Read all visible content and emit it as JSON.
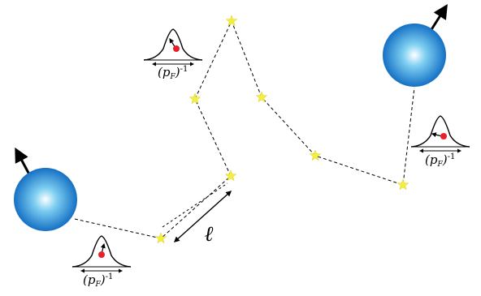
{
  "wavepacket_label": {
    "open": "(",
    "p": "p",
    "sub": "F",
    "close": ")",
    "exp": "-1"
  },
  "step_label": "ℓ",
  "colors": {
    "spin_ball_center": "#ffffff",
    "spin_ball_edge": "#1a73c8",
    "impurity_star": "#f4ee3c",
    "electron_dot": "#e8202a",
    "path_line": "#000000"
  },
  "icons": {
    "impurity": "star",
    "spin": "arrow",
    "wavepacket": "gaussian"
  }
}
